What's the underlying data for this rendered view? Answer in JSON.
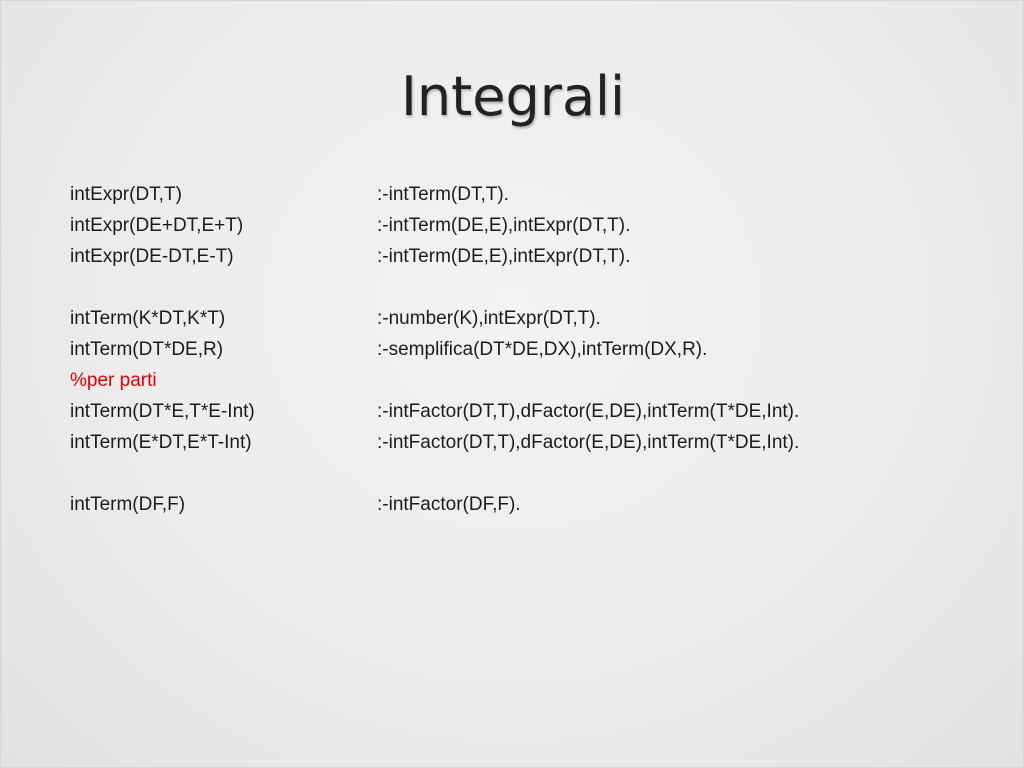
{
  "slide": {
    "title": "Integrali",
    "comment_color": "#e00000",
    "lines": [
      {
        "head": "intExpr(DT,T)",
        "body": ":-intTerm(DT,T)."
      },
      {
        "head": "intExpr(DE+DT,E+T)",
        "body": ":-intTerm(DE,E),intExpr(DT,T)."
      },
      {
        "head": "intExpr(DE-DT,E-T)",
        "body": ":-intTerm(DE,E),intExpr(DT,T)."
      },
      {
        "blank": true
      },
      {
        "head": "intTerm(K*DT,K*T)",
        "body": ":-number(K),intExpr(DT,T)."
      },
      {
        "head": "intTerm(DT*DE,R)",
        "body": ":-semplifica(DT*DE,DX),intTerm(DX,R)."
      },
      {
        "comment": "%per parti"
      },
      {
        "head": "intTerm(DT*E,T*E-Int)",
        "body": ":-intFactor(DT,T),dFactor(E,DE),intTerm(T*DE,Int)."
      },
      {
        "head": "intTerm(E*DT,E*T-Int)",
        "body": ":-intFactor(DT,T),dFactor(E,DE),intTerm(T*DE,Int)."
      },
      {
        "blank": true
      },
      {
        "head": "intTerm(DF,F)",
        "body": ":-intFactor(DF,F)."
      }
    ]
  }
}
